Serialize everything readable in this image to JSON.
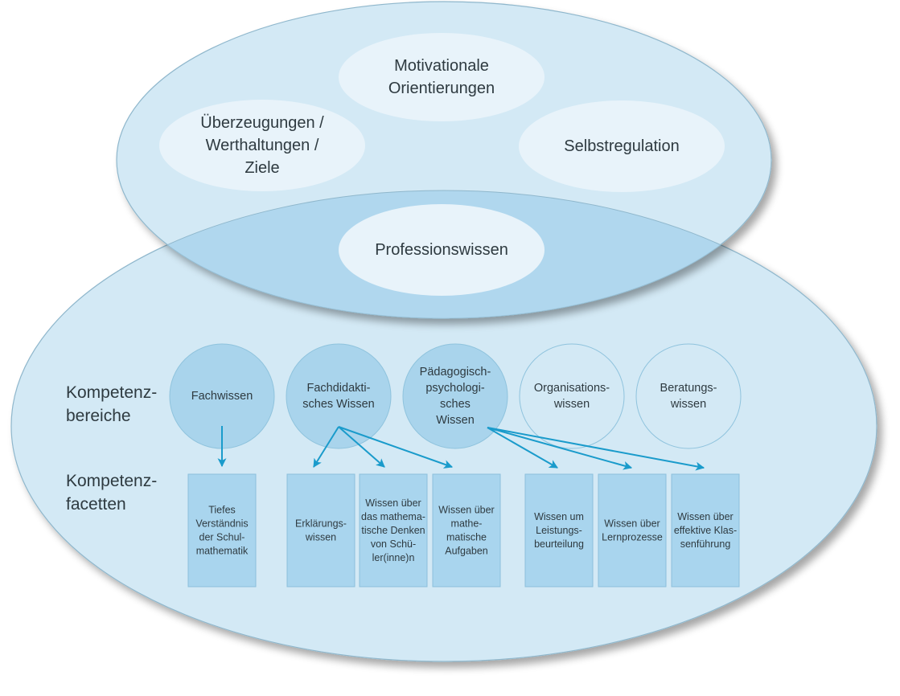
{
  "title": "Modell professioneller Handlungskompetenz",
  "colors": {
    "ellipse_fill": "#d3e9f5",
    "ellipse_stroke": "#8fb7cc",
    "overlap_fill": "#a9d4ec",
    "inner_ellipse_fill": "#e8f3fa",
    "circle_filled": "#a9d4ec",
    "circle_stroke": "#8fc3dd",
    "box_fill": "#a9d5ee",
    "box_stroke": "#8cc0dc",
    "arrow": "#1a9bcb",
    "text": "#2e3a40"
  },
  "upper_ellipse": {
    "aspects": [
      {
        "id": "motivation",
        "lines": [
          "Motivationale",
          "Orientierungen"
        ]
      },
      {
        "id": "beliefs",
        "lines": [
          "Überzeugungen /",
          "Werthaltungen /",
          "Ziele"
        ]
      },
      {
        "id": "selfreg",
        "lines": [
          "Selbstregulation"
        ]
      },
      {
        "id": "profwissen",
        "lines": [
          "Professionswissen"
        ]
      }
    ]
  },
  "row_labels": {
    "bereiche": [
      "Kompetenz-",
      "bereiche"
    ],
    "facetten": [
      "Kompetenz-",
      "facetten"
    ]
  },
  "kompetenzbereiche": [
    {
      "id": "fachwissen",
      "lines": [
        "Fachwissen"
      ],
      "filled": true
    },
    {
      "id": "fachdidaktik",
      "lines": [
        "Fachdidakti-",
        "sches Wissen"
      ],
      "filled": true
    },
    {
      "id": "paedpsych",
      "lines": [
        "Pädagogisch-",
        "psychologi-",
        "sches",
        "Wissen"
      ],
      "filled": true
    },
    {
      "id": "organisation",
      "lines": [
        "Organisations-",
        "wissen"
      ],
      "filled": false
    },
    {
      "id": "beratung",
      "lines": [
        "Beratungs-",
        "wissen"
      ],
      "filled": false
    }
  ],
  "kompetenzfacetten": [
    {
      "id": "tiefes",
      "lines": [
        "Tiefes",
        "Verständnis",
        "der Schul-",
        "mathematik"
      ],
      "from": "fachwissen"
    },
    {
      "id": "erklaerung",
      "lines": [
        "Erklärungs-",
        "wissen"
      ],
      "from": "fachdidaktik"
    },
    {
      "id": "denken",
      "lines": [
        "Wissen über",
        "das mathema-",
        "tische Denken",
        "von Schü-",
        "ler(inne)n"
      ],
      "from": "fachdidaktik"
    },
    {
      "id": "aufgaben",
      "lines": [
        "Wissen über",
        "mathe-",
        "matische",
        "Aufgaben"
      ],
      "from": "fachdidaktik"
    },
    {
      "id": "leistung",
      "lines": [
        "Wissen um",
        "Leistungs-",
        "beurteilung"
      ],
      "from": "paedpsych"
    },
    {
      "id": "lernprozesse",
      "lines": [
        "Wissen über",
        "Lernprozesse"
      ],
      "from": "paedpsych"
    },
    {
      "id": "klassen",
      "lines": [
        "Wissen über",
        "effektive Klas-",
        "senführung"
      ],
      "from": "paedpsych"
    }
  ]
}
